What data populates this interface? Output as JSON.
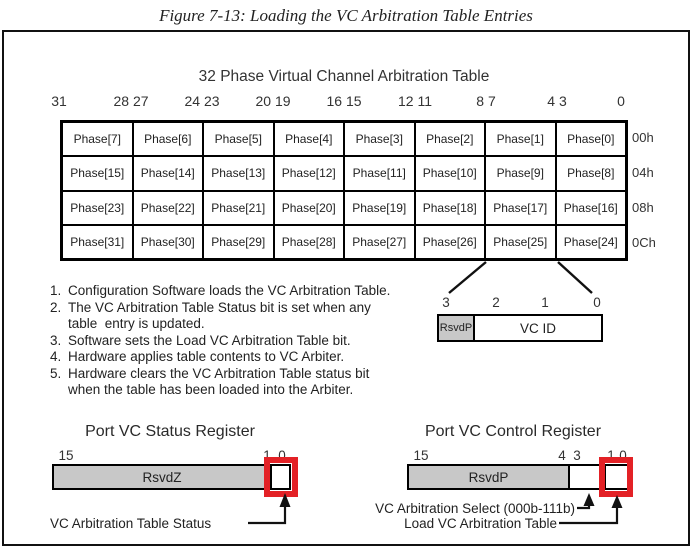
{
  "figure_title": "Figure 7-13: Loading the VC Arbitration Table Entries",
  "arb_table": {
    "heading": "32 Phase Virtual Channel Arbitration Table",
    "bit_labels": [
      "31",
      "28 27",
      "24 23",
      "20 19",
      "16 15",
      "12 11",
      "8 7",
      "4 3",
      "0"
    ],
    "rows": [
      {
        "address": "00h",
        "cells": [
          "Phase[7]",
          "Phase[6]",
          "Phase[5]",
          "Phase[4]",
          "Phase[3]",
          "Phase[2]",
          "Phase[1]",
          "Phase[0]"
        ]
      },
      {
        "address": "04h",
        "cells": [
          "Phase[15]",
          "Phase[14]",
          "Phase[13]",
          "Phase[12]",
          "Phase[11]",
          "Phase[10]",
          "Phase[9]",
          "Phase[8]"
        ]
      },
      {
        "address": "08h",
        "cells": [
          "Phase[23]",
          "Phase[22]",
          "Phase[21]",
          "Phase[20]",
          "Phase[19]",
          "Phase[18]",
          "Phase[17]",
          "Phase[16]"
        ]
      },
      {
        "address": "0Ch",
        "cells": [
          "Phase[31]",
          "Phase[30]",
          "Phase[29]",
          "Phase[28]",
          "Phase[27]",
          "Phase[26]",
          "Phase[25]",
          "Phase[24]"
        ]
      }
    ]
  },
  "steps": [
    {
      "num": "1.",
      "text": "Configuration Software loads the VC Arbitration Table."
    },
    {
      "num": "2.",
      "text": "The VC Arbitration Table Status bit is set when any\ntable  entry is updated."
    },
    {
      "num": "3.",
      "text": "Software sets the Load VC Arbitration Table bit."
    },
    {
      "num": "4.",
      "text": "Hardware applies table contents to VC Arbiter."
    },
    {
      "num": "5.",
      "text": "Hardware clears the VC Arbitration Table status bit\nwhen the table has been loaded into the Arbiter."
    }
  ],
  "entry_field": {
    "bit_labels": [
      "3",
      "2",
      "1",
      "0"
    ],
    "rsvdp_label": "RsvdP",
    "vcid_label": "VC ID"
  },
  "status_register": {
    "title": "Port VC Status Register",
    "bit15": "15",
    "bit1": "1",
    "bit0": "0",
    "field_label": "RsvdZ",
    "callout": "VC Arbitration Table Status"
  },
  "control_register": {
    "title": "Port VC Control Register",
    "bit15": "15",
    "bit4": "4",
    "bit3": "3",
    "bit1": "1",
    "bit0": "0",
    "field_label": "RsvdP",
    "callout_select": "VC Arbitration Select (000b-111b)",
    "callout_load": "Load VC Arbitration Table"
  },
  "colors": {
    "field_gray": "#c8c8c8",
    "highlight_red": "#e32126",
    "line_black": "#111111"
  }
}
